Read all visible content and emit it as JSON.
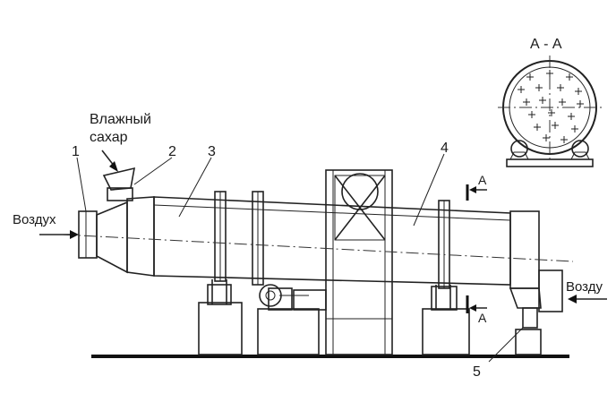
{
  "labels": {
    "num1": "1",
    "num2": "2",
    "num3": "3",
    "num4": "4",
    "num5": "5",
    "section_title": "А - А",
    "section_a_top": "А",
    "section_a_bottom": "А",
    "air_in": "Воздух",
    "air_out": "Возду",
    "wet_sugar_line1": "Влажный",
    "wet_sugar_line2": "сахар"
  }
}
